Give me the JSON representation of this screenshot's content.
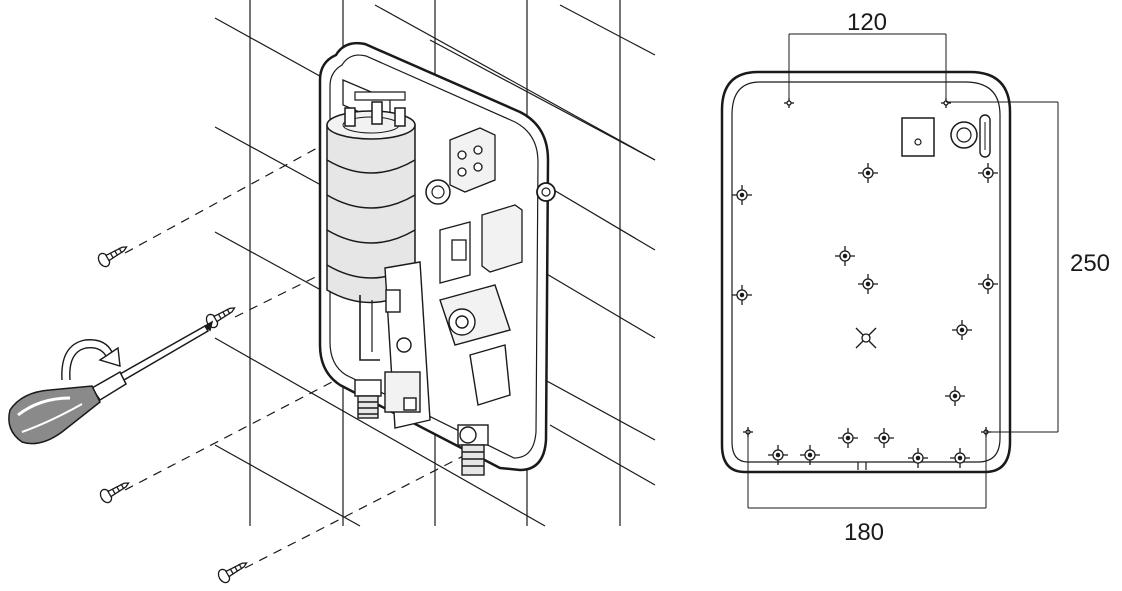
{
  "dimensions": {
    "top_hole_spacing": "120",
    "bottom_hole_spacing": "180",
    "vertical_hole_spacing": "250"
  },
  "colors": {
    "line": "#1a1a1a",
    "part_fill": "#e6e6e6",
    "background": "#ffffff"
  },
  "icons": [
    "screwdriver-icon",
    "screw-icon",
    "rotation-arrow-icon"
  ]
}
